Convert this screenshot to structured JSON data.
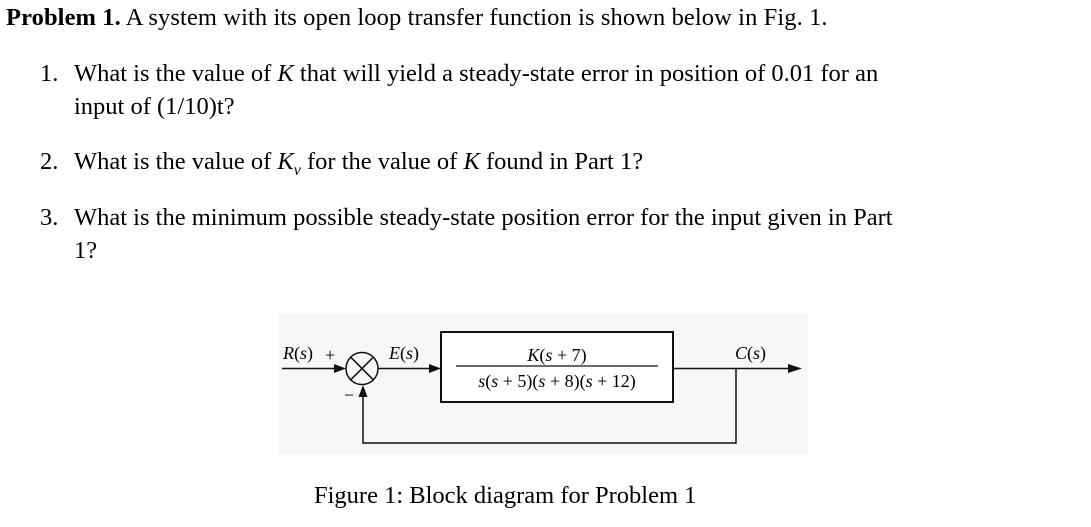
{
  "problem": {
    "heading": "Problem 1.",
    "intro": "A system with its open loop transfer function is shown below in Fig. 1."
  },
  "questions": [
    {
      "number": "1.",
      "line1_pre": "What is the value of ",
      "line1_var": "K",
      "line1_post": " that will yield a steady-state error in position of 0.01 for an",
      "line2": "input of (1/10)t?"
    },
    {
      "number": "2.",
      "pre": "What is the value of ",
      "var": "K",
      "var_sub": "v",
      "mid": " for the value of ",
      "var2": "K",
      "post": " found in Part 1?"
    },
    {
      "number": "3.",
      "line1": "What is the minimum possible steady-state position error for the input given in Part",
      "line2": "1?"
    }
  ],
  "diagram": {
    "input_label": "R(s)",
    "input_label_var": "R",
    "plus_sign": "+",
    "minus_sign": "−",
    "error_label_var": "E",
    "output_label_var": "C",
    "arg": "(s)",
    "transfer_function": {
      "numerator": "K(s + 7)",
      "denominator": "s(s + 5)(s + 8)(s + 12)"
    },
    "background_color": "#f7f7f7",
    "line_color": "#111111"
  },
  "caption": "Figure 1: Block diagram for Problem 1"
}
